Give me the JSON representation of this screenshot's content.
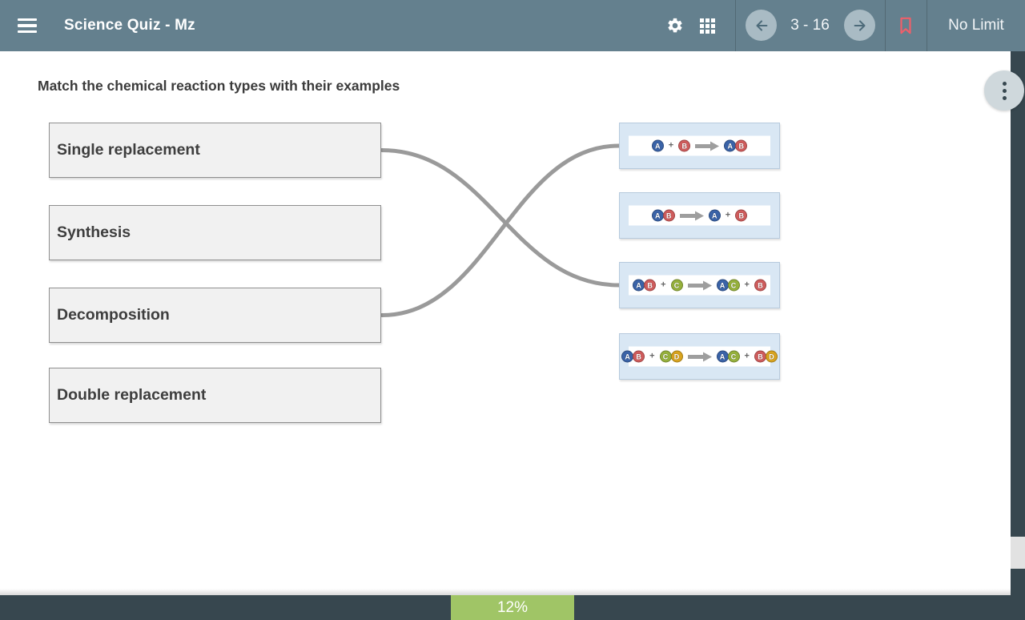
{
  "header": {
    "title": "Science Quiz - Mz",
    "range_label": "3 - 16",
    "timer_label": "No Limit"
  },
  "question": {
    "prompt": "Match the chemical reaction types with their examples"
  },
  "left_items": [
    {
      "label": "Single replacement"
    },
    {
      "label": "Synthesis"
    },
    {
      "label": "Decomposition"
    },
    {
      "label": "Double replacement"
    }
  ],
  "right_items": [
    {
      "formula": [
        "A",
        "+",
        "B",
        "->",
        "AB"
      ]
    },
    {
      "formula": [
        "AB",
        "->",
        "A",
        "+",
        "B"
      ]
    },
    {
      "formula": [
        "AB",
        "+",
        "C",
        "->",
        "AC",
        "+",
        "B"
      ]
    },
    {
      "formula": [
        "AB",
        "+",
        "CD",
        "->",
        "AC",
        "+",
        "BD"
      ]
    }
  ],
  "atom_colors": {
    "A": "#3a63a8",
    "B": "#d05c5c",
    "C": "#96b13c",
    "D": "#d9a41f"
  },
  "connections": [
    {
      "left_index": 0,
      "right_index": 2
    },
    {
      "left_index": 2,
      "right_index": 0
    }
  ],
  "progress": {
    "percent": 12,
    "percent_label": "12%"
  },
  "colors": {
    "header_bg": "#64808e",
    "dark_bar": "#37474f",
    "progress_green": "#a0c566",
    "bookmark_red": "#ee5f6a",
    "connector_gray": "#9a9a9a",
    "example_box_bg": "#d9e7f4"
  }
}
